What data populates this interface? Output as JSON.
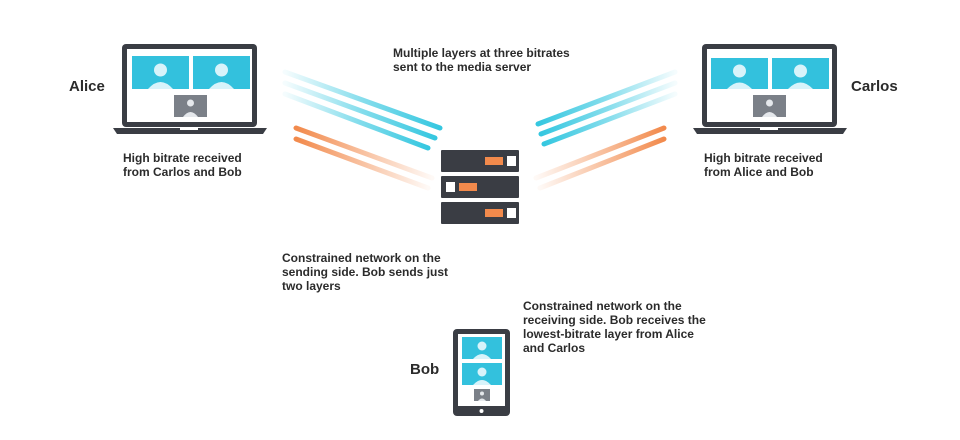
{
  "participants": {
    "alice": {
      "name": "Alice",
      "caption": [
        "High bitrate received",
        "from Carlos and Bob"
      ]
    },
    "carlos": {
      "name": "Carlos",
      "caption": [
        "High bitrate received",
        "from Alice and Bob"
      ]
    },
    "bob": {
      "name": "Bob"
    }
  },
  "annotations": {
    "top": [
      "Multiple layers at three bitrates",
      "sent to the media server"
    ],
    "sending": [
      "Constrained network on the",
      "sending side. Bob sends just",
      "two layers"
    ],
    "receiving": [
      "Constrained network on the",
      "receiving side. Bob receives the",
      "lowest-bitrate layer from Alice",
      "and Carlos"
    ]
  },
  "colors": {
    "device_dark": "#3a3d44",
    "video_tile": "#33c1dd",
    "video_person": "#d8f3fa",
    "self_tile": "#7b8088",
    "high_stream": "#35c7e0",
    "low_stream": "#f28a4c",
    "constrained_stream": "#b9c2cd",
    "server_orange": "#f28a4c",
    "text": "#2b2b2b"
  },
  "icons": [
    "laptop-icon",
    "tablet-icon",
    "media-server-icon",
    "video-tile-icon",
    "person-icon"
  ]
}
